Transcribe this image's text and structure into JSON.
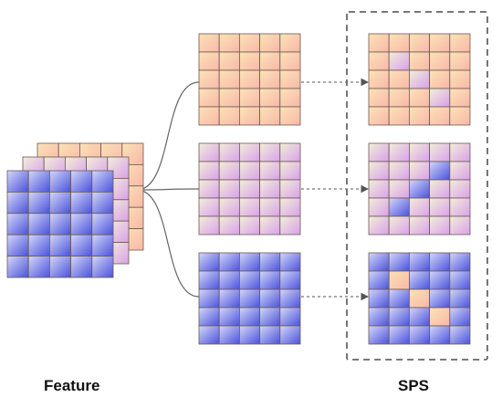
{
  "labels": {
    "feature": "Feature",
    "sps": "SPS"
  },
  "colors": {
    "orange_top": "#fce3b8",
    "orange_bot": "#f8b7a7",
    "pink_top": "#f2efd8",
    "pink_bot": "#d9a0ea",
    "blue_top": "#d4d7f8",
    "blue_bot": "#4a52dc",
    "grid_line": "#6a5a52",
    "connector": "#666666",
    "dashed_box": "#666666"
  },
  "grid": {
    "rows": 5,
    "cols": 5
  },
  "maps": [
    {
      "name": "orange",
      "highlight": "pink",
      "highlighted_cells": [
        [
          1,
          1
        ],
        [
          2,
          2
        ],
        [
          3,
          3
        ]
      ]
    },
    {
      "name": "pink",
      "highlight": "blue",
      "highlighted_cells": [
        [
          1,
          3
        ],
        [
          2,
          2
        ],
        [
          3,
          1
        ]
      ]
    },
    {
      "name": "blue",
      "highlight": "orange",
      "highlighted_cells": [
        [
          1,
          1
        ],
        [
          2,
          2
        ],
        [
          3,
          3
        ]
      ]
    }
  ]
}
